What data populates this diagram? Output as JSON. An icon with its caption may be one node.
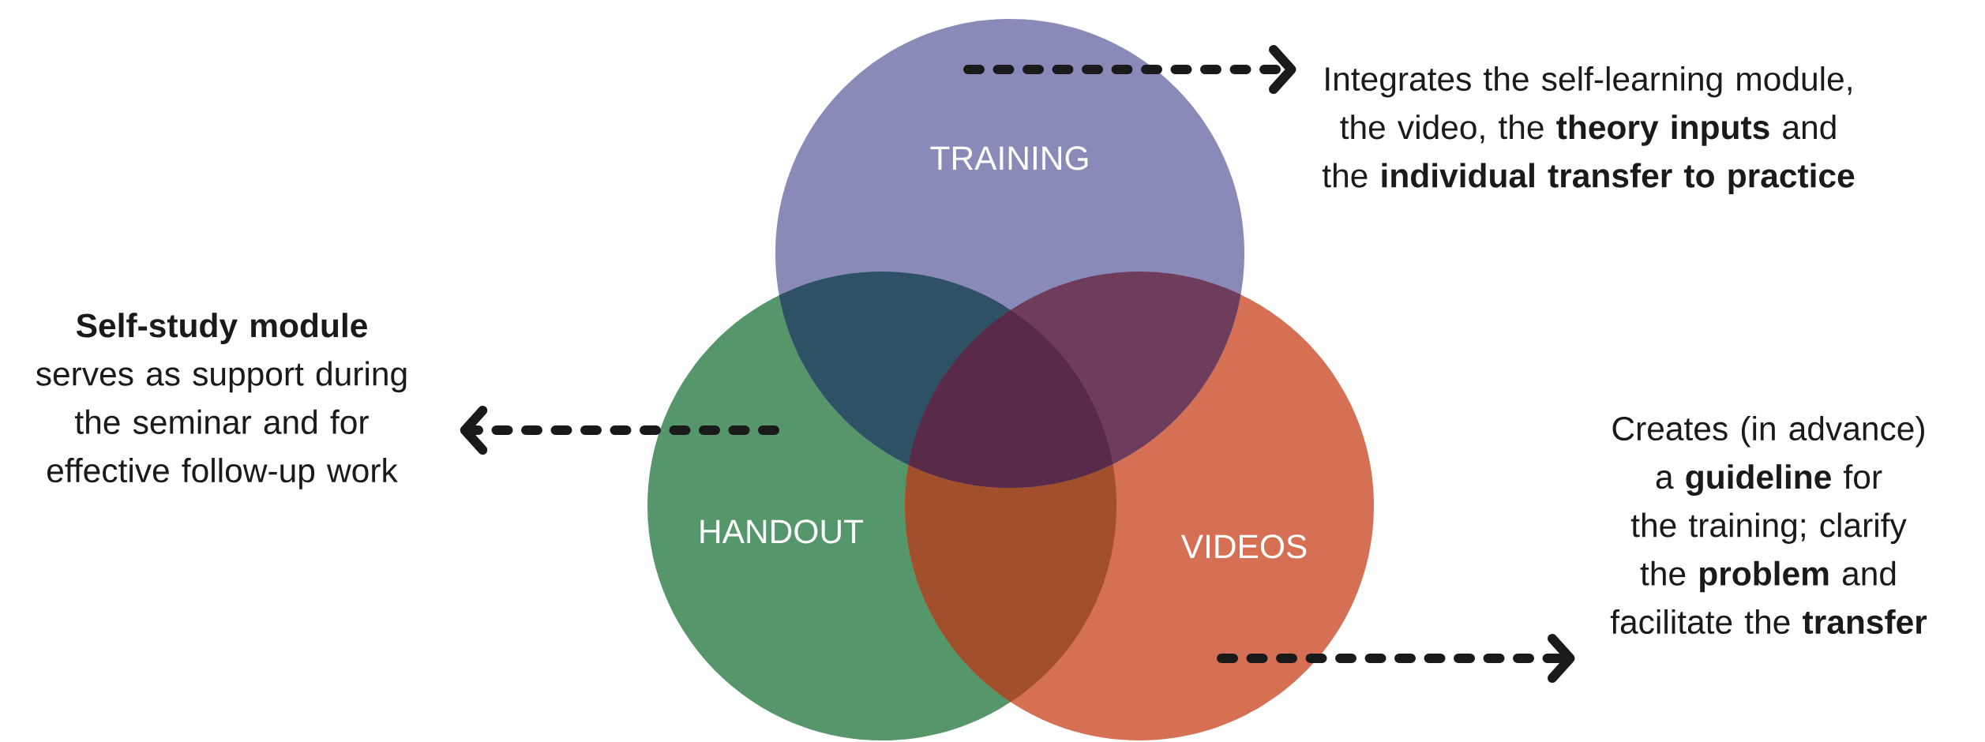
{
  "diagram": {
    "nodes": [
      {
        "text": [
          "TRAINING"
        ]
      },
      {
        "text": [
          "HANDOUT"
        ]
      },
      {
        "text": [
          "VIDEOS"
        ]
      },
      {
        "text": [
          "Integrates the self-learning module, the video, the **theory inputs** and the **individual transfer to practice**"
        ]
      },
      {
        "text": [
          "**Self-study module** serves as support during the seminar and for effective follow-up work"
        ]
      },
      {
        "text": [
          "Creates (in advance) a **guideline** for the training; clarify the **problem** and facilitate the **transfer**"
        ]
      }
    ],
    "edges": [
      {
        "from": 0,
        "to": 3,
        "arrow": "to",
        "style": "dashed"
      },
      {
        "from": 1,
        "to": 4,
        "arrow": "to",
        "style": "dashed"
      },
      {
        "from": 2,
        "to": 5,
        "arrow": "to",
        "style": "dashed"
      }
    ]
  }
}
